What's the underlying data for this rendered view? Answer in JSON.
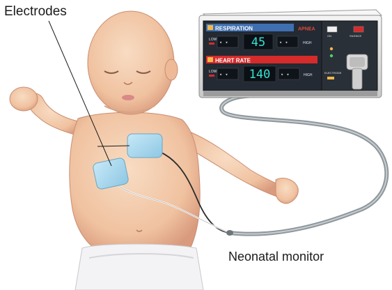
{
  "labels": {
    "electrodes": "Electrodes",
    "monitor": "Neonatal monitor"
  },
  "monitor": {
    "respiration_label": "RESPIRATION",
    "apnea_label": "APNEA",
    "respiration_value": "45",
    "heart_rate_label": "HEART RATE",
    "heart_rate_value": "140",
    "low_label": "LOW",
    "high_label": "HIGH",
    "on_label": "ON",
    "silence_label": "SILENCE",
    "electrode_label": "ELECTRODE"
  },
  "colors": {
    "skin": "#f2c9a8",
    "skin_shadow": "#d99b7e",
    "electrode_pad": "#a9d8ef",
    "monitor_body": "#e6e6e6",
    "monitor_panel": "#1f2630",
    "respiration_bar": "#3f6fb0",
    "heart_rate_bar": "#d62b2b",
    "lcd_digits": "#38e0d0",
    "cable": "#9aa3a8"
  }
}
